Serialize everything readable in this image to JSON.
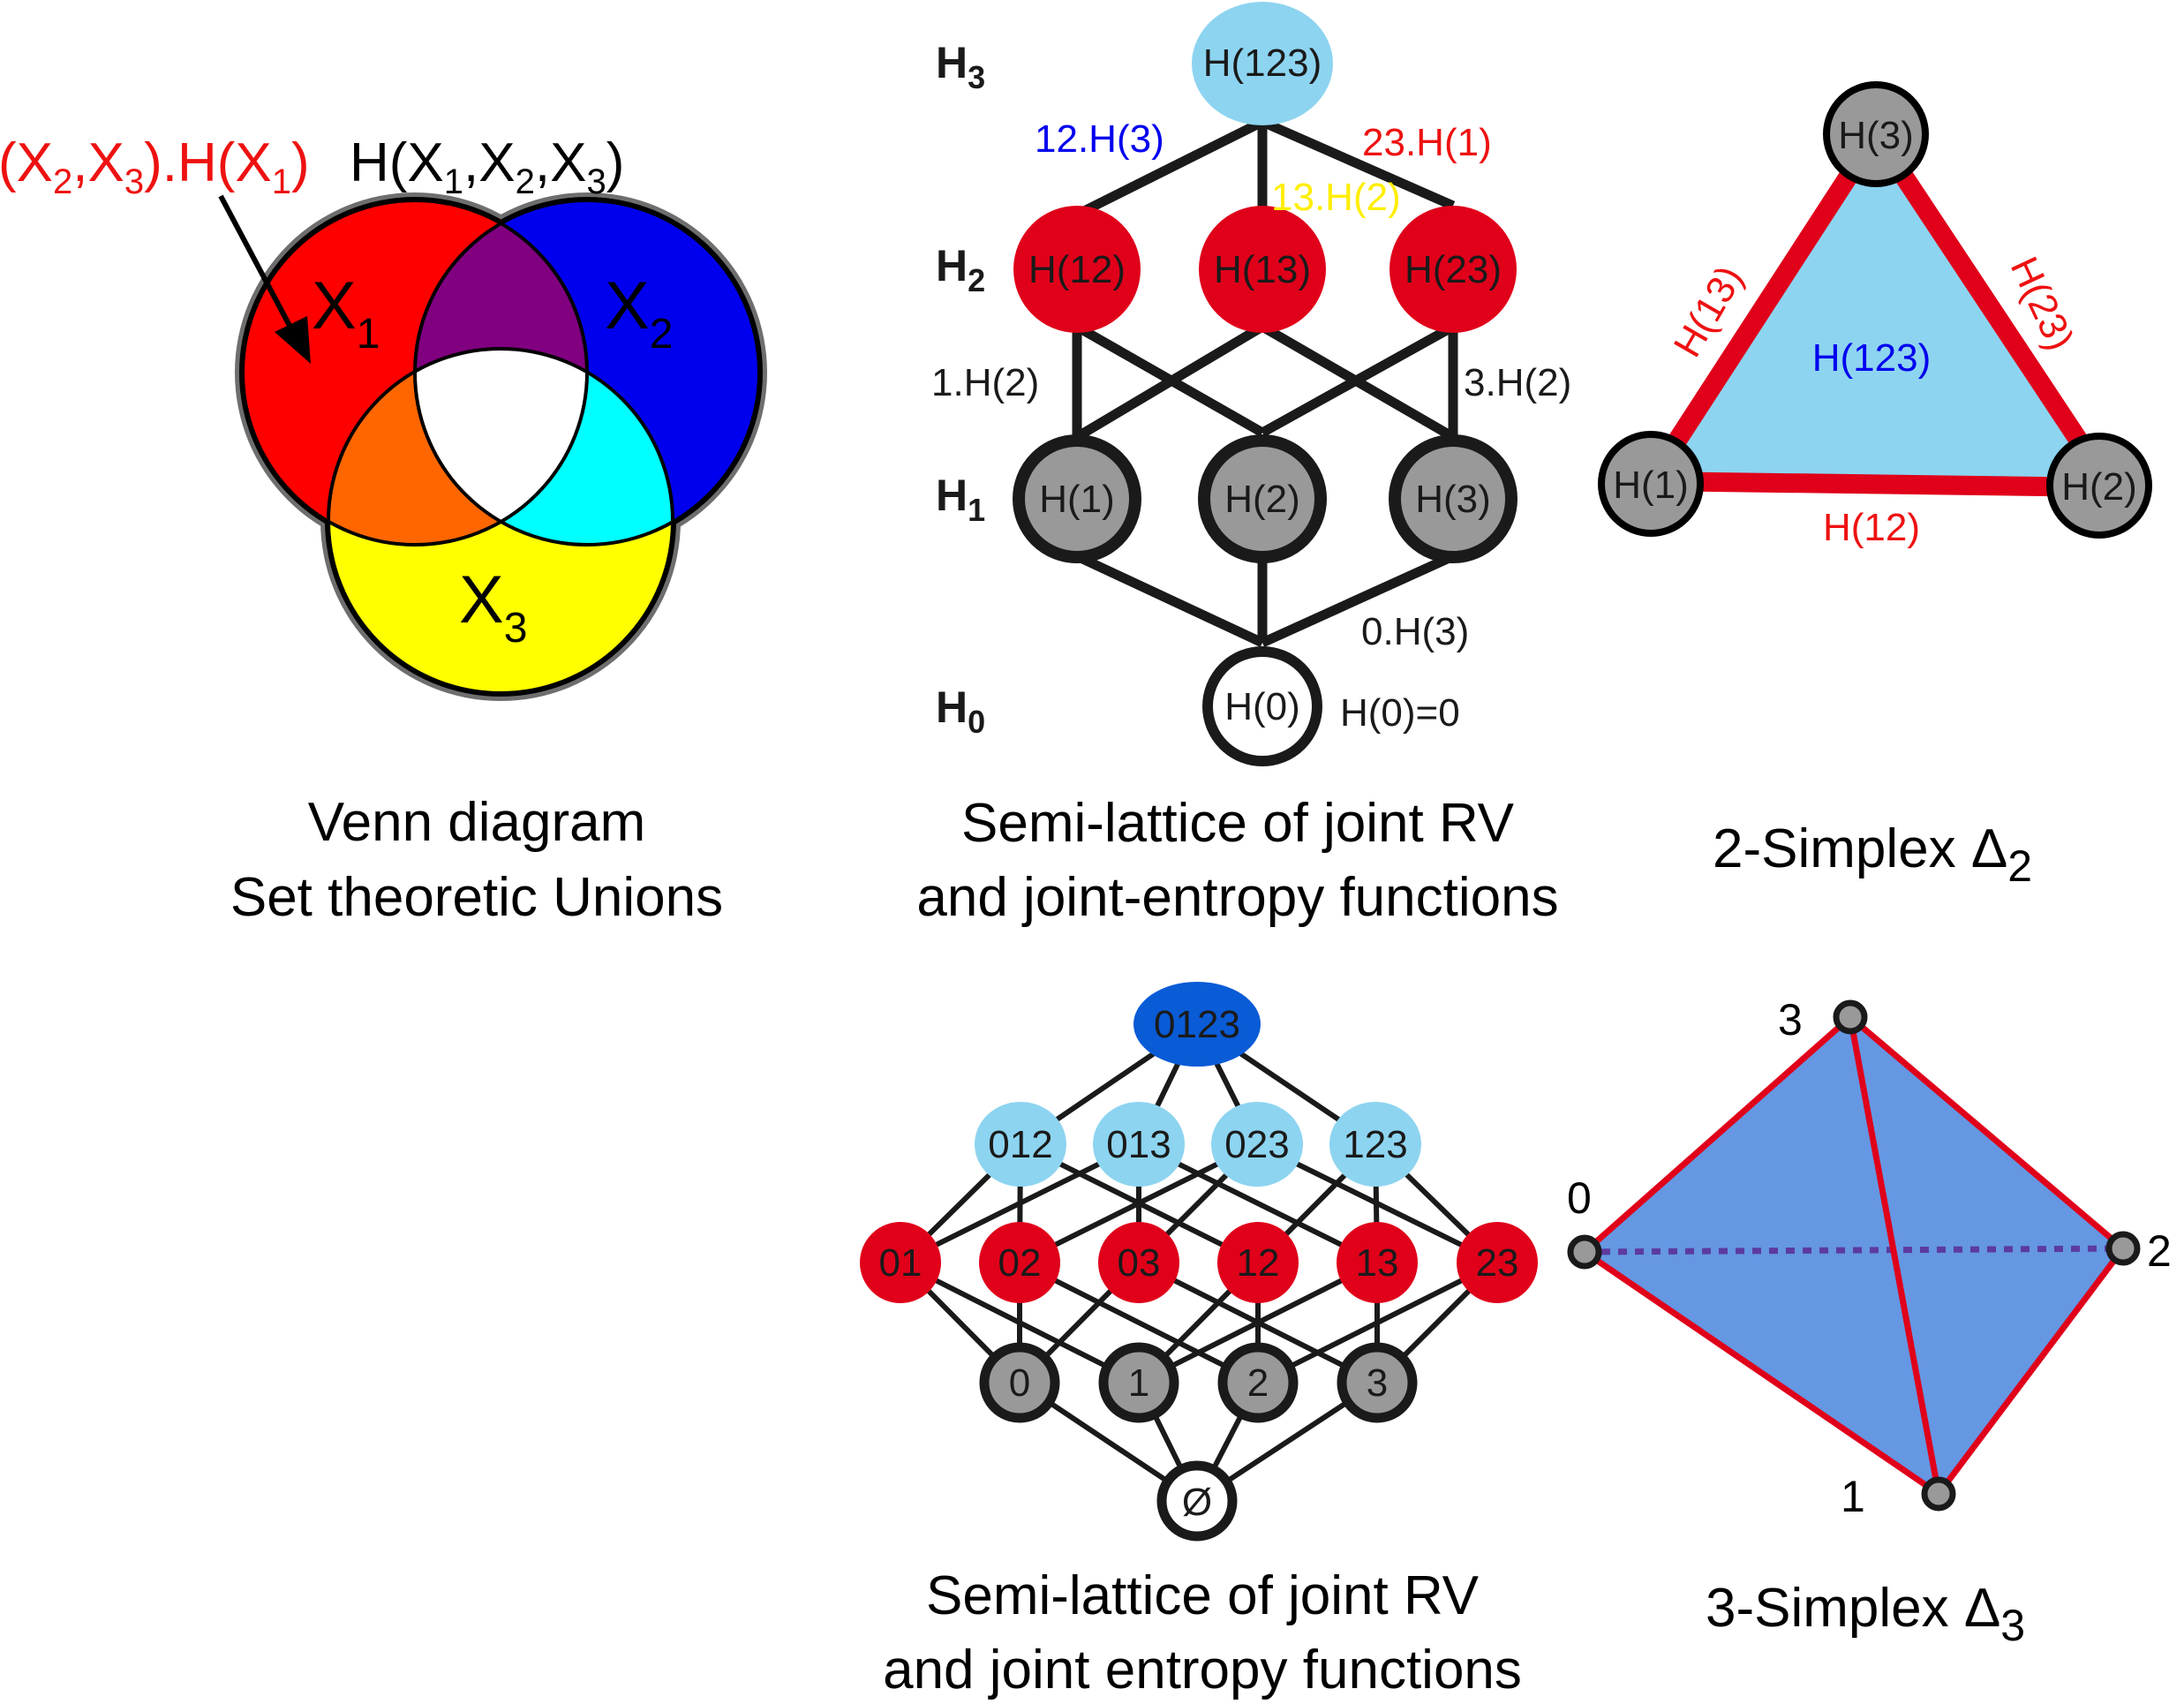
{
  "colors": {
    "red": "#e0001a",
    "blue": "#0000ee",
    "purple": "#800080",
    "orange": "#ff6600",
    "cyan": "#00ffff",
    "yellow": "#ffff00",
    "light_blue": "#8dd4f0",
    "deep_blue": "#0a5bd6",
    "grey": "#999999",
    "tetra_fill": "#6597e3",
    "edge_red": "#e0001a",
    "dotted": "#5c3aa0"
  },
  "venn": {
    "annotation_prefix": "(X",
    "annotation_sub_a": "2",
    "annotation_comma": ",X",
    "annotation_sub_b": "3",
    "annotation_mid": ").H(X",
    "annotation_sub_c": "1",
    "annotation_close": ")",
    "total_prefix": "H(X",
    "total_sub_1": "1",
    "total_sep_1": ",X",
    "total_sub_2": "2",
    "total_sep_2": ",X",
    "total_sub_3": "3",
    "total_close": ")",
    "x1_label": "X",
    "x1_sub": "1",
    "x2_label": "X",
    "x2_sub": "2",
    "x3_label": "X",
    "x3_sub": "3",
    "caption_line1": "Venn diagram",
    "caption_line2": "Set theoretic Unions"
  },
  "lattice3": {
    "levels": [
      {
        "label": "H",
        "sub": "3"
      },
      {
        "label": "H",
        "sub": "2"
      },
      {
        "label": "H",
        "sub": "1"
      },
      {
        "label": "H",
        "sub": "0"
      }
    ],
    "top": "H(123)",
    "pairs": [
      "H(12)",
      "H(13)",
      "H(23)"
    ],
    "singles": [
      "H(1)",
      "H(2)",
      "H(3)"
    ],
    "bottom": "H(0)",
    "bottom_note": "H(0)=0",
    "edge_labels": {
      "e12_3": "12.H(3)",
      "e13_2": "13.H(2)",
      "e23_1": "23.H(1)",
      "e1_2": "1.H(2)",
      "e3_2": "3.H(2)",
      "e0_3": "0.H(3)"
    },
    "caption_line1": "Semi-lattice of joint RV",
    "caption_line2": "and joint-entropy functions"
  },
  "simplex2": {
    "vertices": [
      "H(3)",
      "H(1)",
      "H(2)"
    ],
    "edge_13": "H(13)",
    "edge_23": "H(23)",
    "edge_12": "H(12)",
    "face": "H(123)",
    "caption": "2-Simplex Δ",
    "caption_sub": "2"
  },
  "lattice4": {
    "top": "0123",
    "triples": [
      "012",
      "013",
      "023",
      "123"
    ],
    "pairs": [
      "01",
      "02",
      "03",
      "12",
      "13",
      "23"
    ],
    "singles": [
      "0",
      "1",
      "2",
      "3"
    ],
    "bottom": "Ø",
    "caption_line1": "Semi-lattice of joint RV",
    "caption_line2": "and joint entropy functions"
  },
  "simplex3": {
    "v0": "0",
    "v1": "1",
    "v2": "2",
    "v3": "3",
    "caption": "3-Simplex Δ",
    "caption_sub": "3"
  }
}
